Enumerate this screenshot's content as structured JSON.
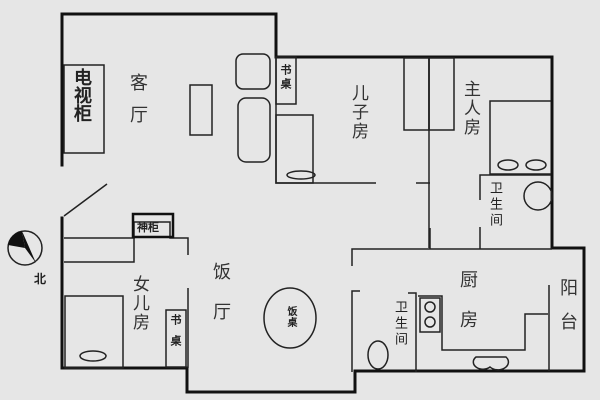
{
  "rooms": {
    "living_room": "客厅",
    "son_room": "儿子房",
    "master_bedroom": "主人房",
    "daughter_room": "女儿房",
    "dining_room": "饭厅",
    "kitchen": "厨房",
    "balcony": "阳台",
    "bathroom_master": "卫生间",
    "bathroom_common": "卫生间"
  },
  "furniture": {
    "tv_cabinet": "电视柜",
    "shrine_cabinet": "神柜",
    "desk_son": "书桌",
    "desk_daughter": "书桌",
    "dining_table": "饭桌"
  },
  "compass": {
    "direction": "北"
  },
  "colors": {
    "background": "#e6e6e6",
    "wall": "#111111"
  }
}
